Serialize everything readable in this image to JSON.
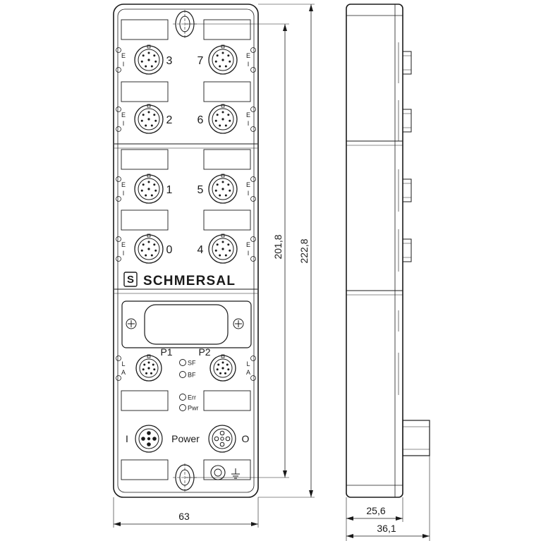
{
  "brand": {
    "name": "SCHMERSAL",
    "logo_glyph": "S"
  },
  "ports": {
    "io": [
      {
        "number": "3",
        "side_label": [
          "E",
          "I"
        ]
      },
      {
        "number": "7",
        "side_label": [
          "E",
          "I"
        ]
      },
      {
        "number": "2",
        "side_label": [
          "E",
          "I"
        ]
      },
      {
        "number": "6",
        "side_label": [
          "E",
          "I"
        ]
      },
      {
        "number": "1",
        "side_label": [
          "E",
          "I"
        ]
      },
      {
        "number": "5",
        "side_label": [
          "E",
          "I"
        ]
      },
      {
        "number": "0",
        "side_label": [
          "E",
          "I"
        ]
      },
      {
        "number": "4",
        "side_label": [
          "E",
          "I"
        ]
      }
    ],
    "bus": [
      {
        "label": "P1",
        "side_label": [
          "L",
          "A"
        ]
      },
      {
        "label": "P2",
        "side_label": [
          "L",
          "A"
        ]
      }
    ],
    "power": {
      "label": "Power",
      "in_label": "I",
      "out_label": "O"
    }
  },
  "leds": [
    "SF",
    "BF",
    "Err",
    "Pwr"
  ],
  "dimensions": {
    "width_front": "63",
    "depth_body": "25,6",
    "depth_total": "36,1",
    "hole_spacing": "201,8",
    "height_total": "222,8"
  },
  "icons": [
    "plus-screw-icon",
    "ground-icon",
    "connector-icon"
  ]
}
